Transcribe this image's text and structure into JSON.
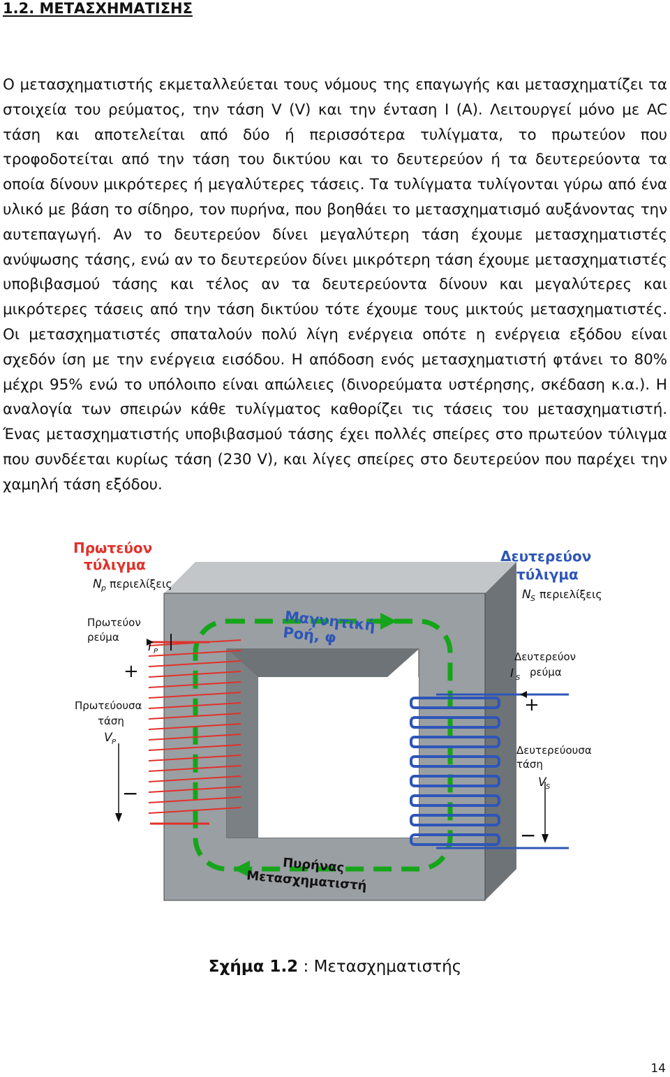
{
  "heading": "1.2. ΜΕΤΑΣΧΗΜΑΤΙΣΗΣ",
  "paragraph": "Ο μετασχηματιστής εκμεταλλεύεται τους νόμους της επαγωγής και μετασχηματίζει τα στοιχεία του ρεύματος, την τάση V (V) και την ένταση I (A). Λειτουργεί μόνο με AC τάση και αποτελείται από δύο ή περισσότερα τυλίγματα, το πρωτεύον που τροφοδοτείται από την τάση του δικτύου και το δευτερεύον ή τα δευτερεύοντα τα οποία δίνουν μικρότερες ή μεγαλύτερες τάσεις. Τα τυλίγματα τυλίγονται γύρω από ένα υλικό με βάση το σίδηρο, τον πυρήνα, που βοηθάει το μετασχηματισμό αυξάνοντας την αυτεπαγωγή. Αν το δευτερεύον δίνει μεγαλύτερη τάση έχουμε μετασχηματιστές ανύψωσης τάσης, ενώ αν το δευτερεύον δίνει μικρότερη τάση έχουμε μετασχηματιστές υποβιβασμού τάσης και τέλος αν τα δευτερεύοντα δίνουν και μεγαλύτερες και μικρότερες τάσεις από την τάση δικτύου τότε έχουμε τους μικτούς μετασχηματιστές. Οι μετασχηματιστές σπαταλούν πολύ λίγη ενέργεια οπότε η ενέργεια εξόδου είναι σχεδόν ίση με την ενέργεια εισόδου. Η απόδοση ενός μετασχηματιστή φτάνει το 80% μέχρι 95% ενώ το υπόλοιπο είναι απώλειες (δινορεύματα υστέρησης, σκέδαση κ.α.). Η αναλογία των σπειρών κάθε τυλίγματος καθορίζει τις τάσεις του μετασχηματιστή. Ένας μετασχηματιστής υποβιβασμού τάσης έχει πολλές σπείρες στο πρωτεύον τύλιγμα που συνδέεται κυρίως τάση (230 V), και λίγες σπείρες στο δευτερεύον που παρέχει την χαμηλή τάση εξόδου.",
  "figure": {
    "primary_winding_line1": "Πρωτεύον",
    "primary_winding_line2": "τύλιγμα",
    "np_symbol": "N",
    "np_sub": "p",
    "np_text": "περιελίξεις",
    "secondary_winding_line1": "Δευτερεύον",
    "secondary_winding_line2": "τύλιγμα",
    "ns_symbol": "N",
    "ns_sub": "S",
    "ns_text": "περιελίξεις",
    "primary_current_line1": "Πρωτεύον",
    "primary_current_line2": "ρεύμα",
    "ip_symbol": "I",
    "ip_sub": "P",
    "primary_voltage_line1": "Πρωτεύουσα",
    "primary_voltage_line2": "τάση",
    "vp_symbol": "V",
    "vp_sub": "P",
    "secondary_current_line1": "Δευτερεύον",
    "secondary_current_line2": "ρεύμα",
    "is_symbol": "I",
    "is_sub": "S",
    "secondary_voltage_line1": "Δευτερεύουσα",
    "secondary_voltage_line2": "τάση",
    "vs_symbol": "V",
    "vs_sub": "S",
    "plus": "+",
    "minus": "−",
    "flux_line1": "Μαγνητική",
    "flux_line2": "Ροή, φ",
    "core_line1": "Πυρήνας",
    "core_line2": "Μετασχηματιστή",
    "colors": {
      "core_front": "#9a9fa3",
      "core_side": "#6e7377",
      "core_top": "#c2c6c9",
      "primary": "#e0322a",
      "secondary": "#2e56b8",
      "flux": "#16a51a"
    }
  },
  "caption": {
    "label": "Σχήμα 1.2",
    "separator": " : ",
    "text": "Μετασχηματιστής"
  },
  "page_number": "14"
}
